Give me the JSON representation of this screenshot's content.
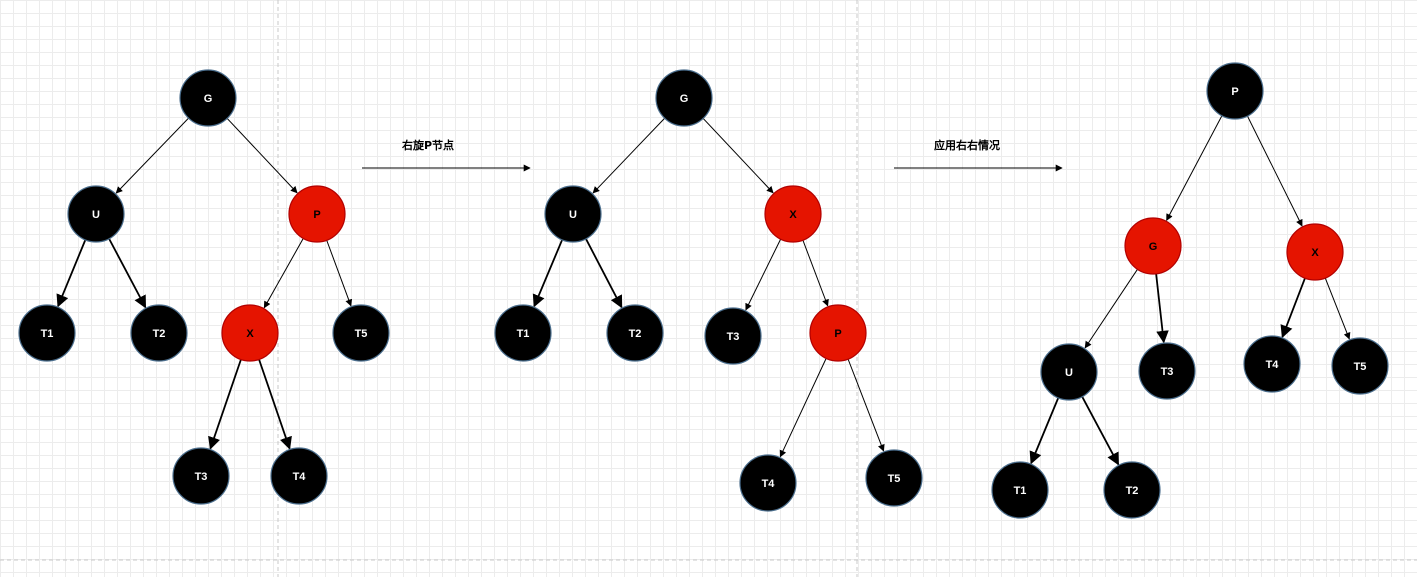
{
  "colors": {
    "black_node_fill": "#000000",
    "red_node_fill": "#e51400",
    "red_node_stroke": "#b20000",
    "black_node_stroke": "#4a6d8c",
    "node_text": "#ffffff",
    "edge": "#000000"
  },
  "steps": [
    {
      "id": "initial",
      "nodes": [
        {
          "id": "G",
          "label": "G",
          "color": "black"
        },
        {
          "id": "U",
          "label": "U",
          "color": "black"
        },
        {
          "id": "P",
          "label": "P",
          "color": "red"
        },
        {
          "id": "T1",
          "label": "T1",
          "color": "black"
        },
        {
          "id": "T2",
          "label": "T2",
          "color": "black"
        },
        {
          "id": "X",
          "label": "X",
          "color": "red"
        },
        {
          "id": "T5",
          "label": "T5",
          "color": "black"
        },
        {
          "id": "T3",
          "label": "T3",
          "color": "black"
        },
        {
          "id": "T4",
          "label": "T4",
          "color": "black"
        }
      ],
      "edges": [
        {
          "from": "G",
          "to": "U"
        },
        {
          "from": "G",
          "to": "P"
        },
        {
          "from": "U",
          "to": "T1"
        },
        {
          "from": "U",
          "to": "T2"
        },
        {
          "from": "P",
          "to": "X"
        },
        {
          "from": "P",
          "to": "T5"
        },
        {
          "from": "X",
          "to": "T3"
        },
        {
          "from": "X",
          "to": "T4"
        }
      ]
    },
    {
      "id": "after-right-rotate",
      "nodes": [
        {
          "id": "G",
          "label": "G",
          "color": "black"
        },
        {
          "id": "U",
          "label": "U",
          "color": "black"
        },
        {
          "id": "X",
          "label": "X",
          "color": "red"
        },
        {
          "id": "T1",
          "label": "T1",
          "color": "black"
        },
        {
          "id": "T2",
          "label": "T2",
          "color": "black"
        },
        {
          "id": "T3",
          "label": "T3",
          "color": "black"
        },
        {
          "id": "P",
          "label": "P",
          "color": "red"
        },
        {
          "id": "T4",
          "label": "T4",
          "color": "black"
        },
        {
          "id": "T5",
          "label": "T5",
          "color": "black"
        }
      ],
      "edges": [
        {
          "from": "G",
          "to": "U"
        },
        {
          "from": "G",
          "to": "X"
        },
        {
          "from": "U",
          "to": "T1"
        },
        {
          "from": "U",
          "to": "T2"
        },
        {
          "from": "X",
          "to": "T3"
        },
        {
          "from": "X",
          "to": "P"
        },
        {
          "from": "P",
          "to": "T4"
        },
        {
          "from": "P",
          "to": "T5"
        }
      ]
    },
    {
      "id": "after-right-right-case",
      "nodes": [
        {
          "id": "P",
          "label": "P",
          "color": "black"
        },
        {
          "id": "G",
          "label": "G",
          "color": "red"
        },
        {
          "id": "X",
          "label": "X",
          "color": "red"
        },
        {
          "id": "U",
          "label": "U",
          "color": "black"
        },
        {
          "id": "T3",
          "label": "T3",
          "color": "black"
        },
        {
          "id": "T4",
          "label": "T4",
          "color": "black"
        },
        {
          "id": "T5",
          "label": "T5",
          "color": "black"
        },
        {
          "id": "T1",
          "label": "T1",
          "color": "black"
        },
        {
          "id": "T2",
          "label": "T2",
          "color": "black"
        }
      ],
      "edges": [
        {
          "from": "P",
          "to": "G"
        },
        {
          "from": "P",
          "to": "X"
        },
        {
          "from": "G",
          "to": "U"
        },
        {
          "from": "G",
          "to": "T3"
        },
        {
          "from": "X",
          "to": "T4"
        },
        {
          "from": "X",
          "to": "T5"
        },
        {
          "from": "U",
          "to": "T1"
        },
        {
          "from": "U",
          "to": "T2"
        }
      ]
    }
  ],
  "transitions": [
    {
      "label": "右旋P节点"
    },
    {
      "label": "应用右右情况"
    }
  ]
}
